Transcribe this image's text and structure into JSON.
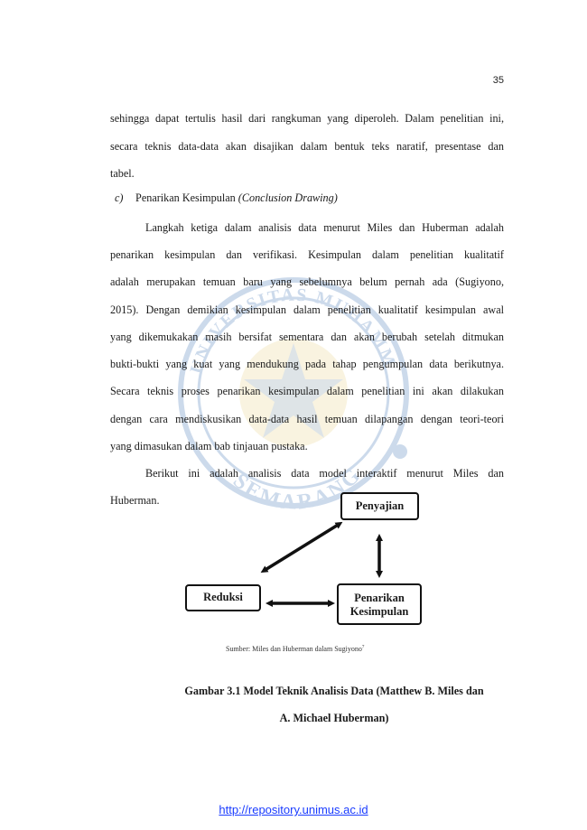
{
  "page_number": "35",
  "paragraph1": [
    "sehingga dapat tertulis hasil dari rangkuman yang diperoleh. Dalam penelitian ini,",
    "secara teknis data-data akan disajikan dalam bentuk teks naratif, presentase dan",
    "tabel."
  ],
  "section_c": {
    "marker": "c)",
    "title": "Penarikan Kesimpulan",
    "title_italic": "(Conclusion Drawing)"
  },
  "paragraph2": [
    "Langkah ketiga dalam analisis data menurut Miles dan Huberman adalah",
    "penarikan kesimpulan dan verifikasi. Kesimpulan dalam penelitian kualitatif",
    "adalah merupakan temuan baru yang sebelumnya belum pernah ada (Sugiyono,",
    "2015). Dengan demikian kesimpulan dalam penelitian kualitatif kesimpulan awal",
    "yang dikemukakan masih bersifat sementara dan akan berubah setelah ditmukan",
    "bukti-bukti yang kuat yang mendukung pada tahap pengumpulan data berikutnya.",
    "Secara teknis proses penarikan kesimpulan dalam penelitian ini akan dilakukan",
    "dengan cara mendiskusikan data-data hasil temuan dilapangan dengan teori-teori",
    "yang dimasukan dalam bab tinjauan pustaka."
  ],
  "paragraph3": [
    "Berikut ini adalah analisis data model interaktif menurut Miles dan",
    "Huberman."
  ],
  "diagram": {
    "penyajian": "Penyajian",
    "reduksi": "Reduksi",
    "penarikan_line1": "Penarikan",
    "penarikan_line2": "Kesimpulan",
    "source": "Sumber: Miles dan Huberman dalam Sugiyono"
  },
  "watermark": {
    "text_top": "UNIVERSITAS MUHAMMADIYAH",
    "text_bottom": "SEMARANG"
  },
  "caption": {
    "line1": "Gambar 3.1  Model Teknik Analisis Data (Matthew B. Miles dan",
    "line2": "A. Michael Huberman)"
  },
  "footer_url": "http://repository.unimus.ac.id"
}
